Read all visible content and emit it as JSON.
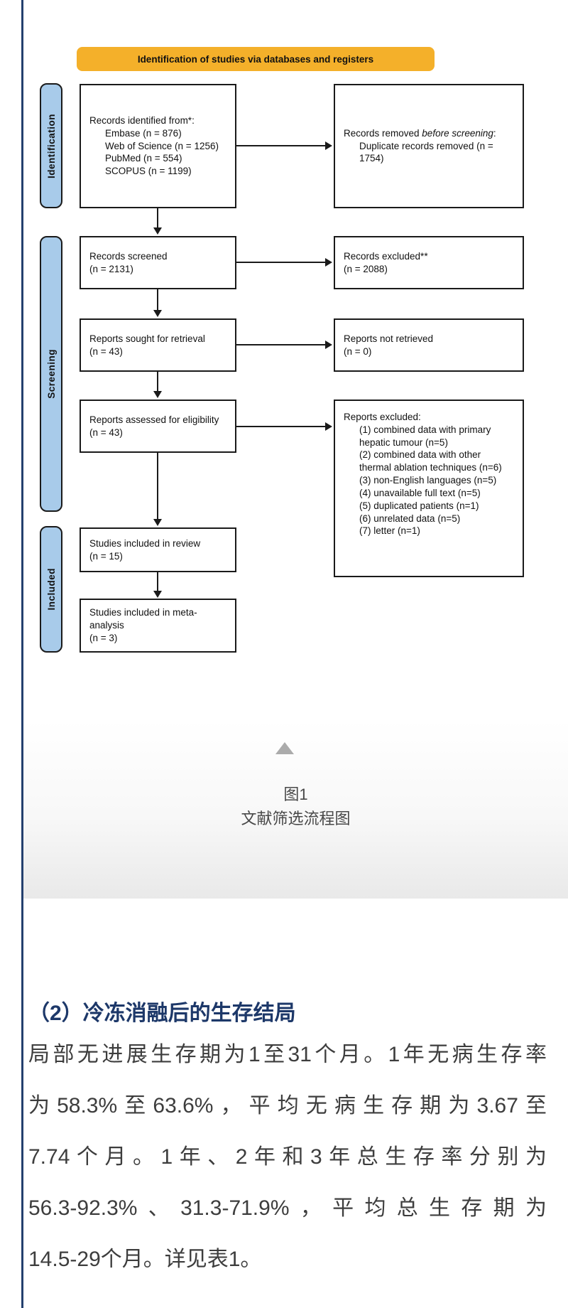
{
  "colors": {
    "accent_border": "#24406e",
    "banner_bg": "#f4b02a",
    "sidebar_bg": "#a8cbea",
    "heading_navy": "#1d3869"
  },
  "flowchart": {
    "banner_label": "Identification of studies via databases and registers",
    "stages": {
      "identification": "Identification",
      "screening": "Screening",
      "included": "Included"
    },
    "boxes": {
      "identified": {
        "title": "Records identified from*:",
        "items": [
          "Embase (n = 876)",
          "Web of Science (n = 1256)",
          "PubMed (n = 554)",
          "SCOPUS (n = 1199)"
        ]
      },
      "removed": {
        "pre": "Records removed ",
        "italic": "before screening",
        "post": ":",
        "items": [
          "Duplicate records removed (n = 1754)"
        ]
      },
      "screened": {
        "line1": "Records screened",
        "line2": "(n = 2131)"
      },
      "excluded": {
        "line1": "Records excluded**",
        "line2": "(n = 2088)"
      },
      "sought": {
        "line1": "Reports sought for retrieval",
        "line2": "(n = 43)"
      },
      "not_retrieved": {
        "line1": "Reports not retrieved",
        "line2": "(n = 0)"
      },
      "assessed": {
        "line1": "Reports assessed for eligibility",
        "line2": "(n = 43)"
      },
      "reports_excluded": {
        "title": "Reports excluded:",
        "items": [
          "(1) combined data with primary hepatic tumour (n=5)",
          "(2) combined data with other thermal ablation techniques (n=6)",
          "(3) non-English languages (n=5)",
          "(4) unavailable full text (n=5)",
          "(5) duplicated patients (n=1)",
          "(6) unrelated data (n=5)",
          "(7) letter (n=1)"
        ]
      },
      "included_review": {
        "line1": "Studies included in review",
        "line2": "(n = 15)"
      },
      "included_meta": {
        "line1": "Studies included in meta-analysis",
        "line2": "(n = 3)"
      }
    }
  },
  "figure_caption": {
    "label": "图1",
    "title": "文献筛选流程图"
  },
  "article": {
    "heading": "（2）冷冻消融后的生存结局",
    "paragraph_lines": [
      "局部无进展生存期为1至31个月。1年无病生存率",
      "为58.3%至63.6%，平均无病生存期为3.67至",
      "7.74个月。1年、2年和3年总生存率分别为",
      "56.3-92.3%、31.3-71.9%，平均总生存期为",
      "14.5-29个月。详见表1。"
    ]
  }
}
